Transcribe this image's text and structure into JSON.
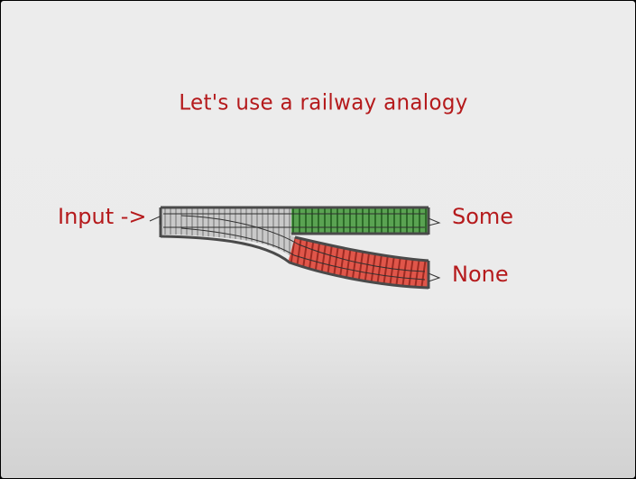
{
  "title": "Let's use a railway analogy",
  "labels": {
    "input": "Input ->",
    "some": "Some",
    "none": "None"
  },
  "colors": {
    "text": "#b51a1c",
    "track_gray": "#c4c4c4",
    "track_green": "#3f8a3a",
    "track_red": "#d9463c",
    "rail_edge": "#4a4a4a"
  }
}
